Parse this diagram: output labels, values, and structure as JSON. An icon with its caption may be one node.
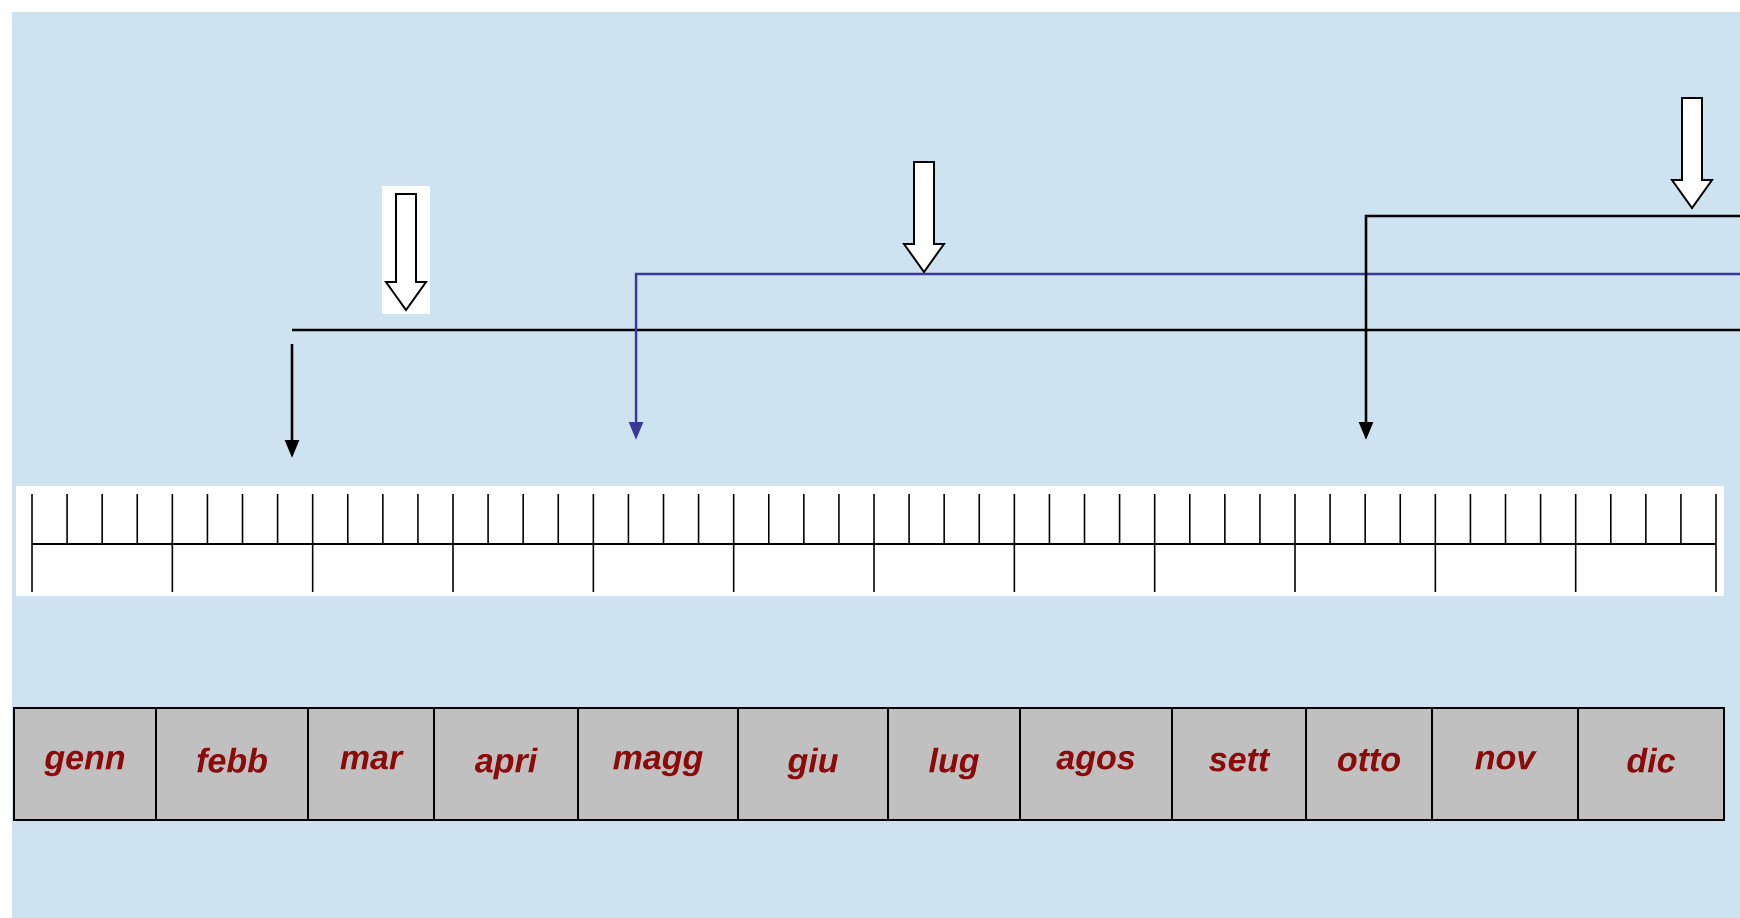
{
  "diagram": {
    "nodes": [
      {
        "text": [
          "genn"
        ]
      },
      {
        "text": [
          "febb"
        ]
      },
      {
        "text": [
          "mar"
        ]
      },
      {
        "text": [
          "apri"
        ]
      },
      {
        "text": [
          "magg"
        ]
      },
      {
        "text": [
          "giu"
        ]
      },
      {
        "text": [
          "lug"
        ]
      },
      {
        "text": [
          "agos"
        ]
      },
      {
        "text": [
          "sett"
        ]
      },
      {
        "text": [
          "otto"
        ]
      },
      {
        "text": [
          "nov"
        ]
      },
      {
        "text": [
          "dic"
        ]
      }
    ]
  }
}
